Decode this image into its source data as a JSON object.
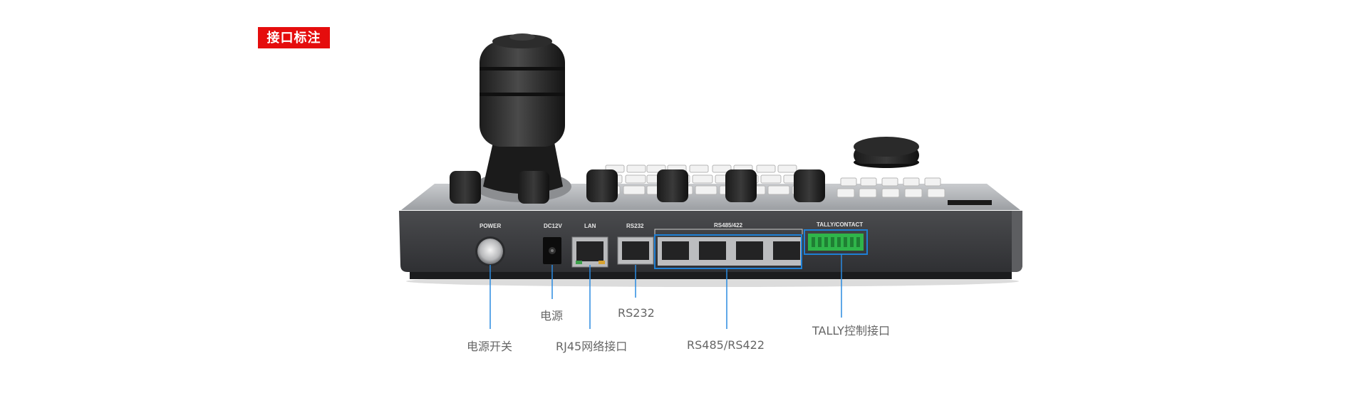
{
  "header": {
    "badge": "接口标注"
  },
  "panel_labels": {
    "power": "POWER",
    "dc12v": "DC12V",
    "lan": "LAN",
    "rs232": "RS232",
    "rs485": "RS485/422",
    "tally": "TALLY/CONTACT"
  },
  "callouts": {
    "power_switch": "电源开关",
    "power": "电源",
    "rj45": "RJ45网络接口",
    "rs232": "RS232",
    "rs485": "RS485/RS422",
    "tally": "TALLY控制接口"
  },
  "colors": {
    "badge_bg": "#e50d0d",
    "highlight": "#1e7fd4",
    "body_dark": "#3e3f42",
    "terminal_green": "#2fb54a"
  }
}
